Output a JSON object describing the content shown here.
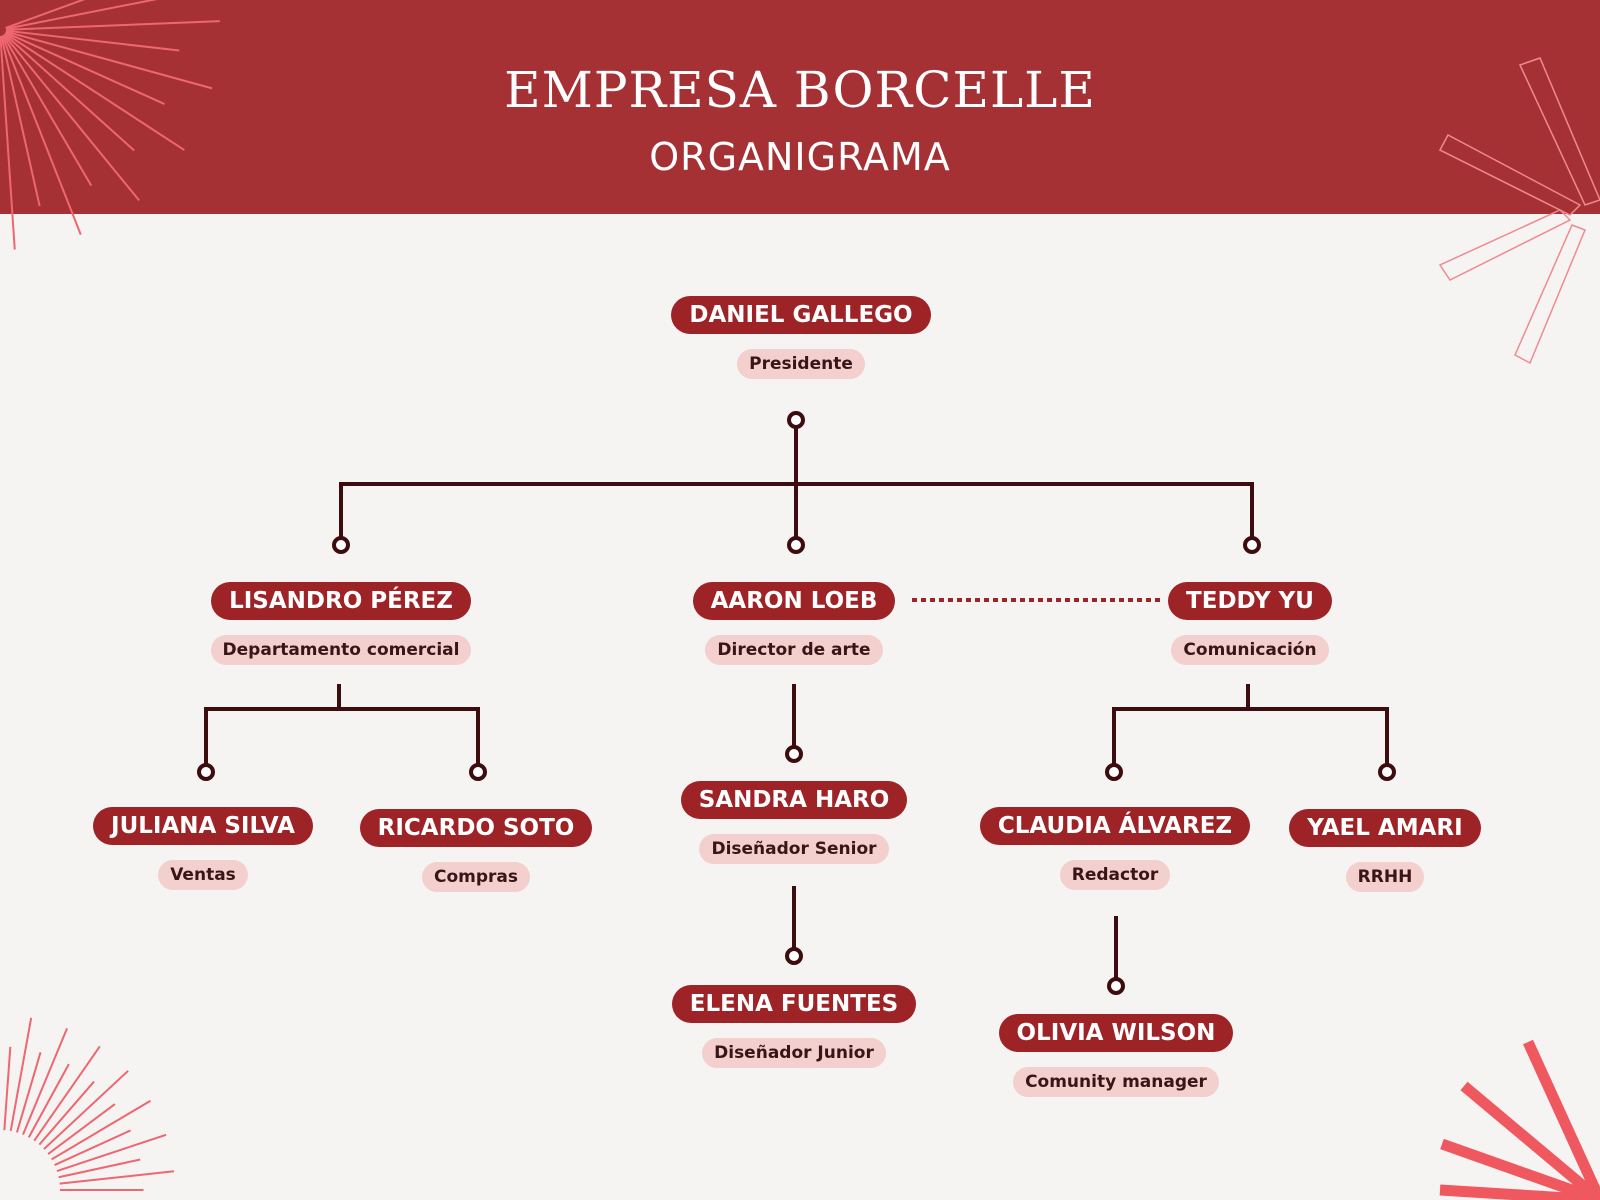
{
  "header": {
    "title": "EMPRESA BORCELLE",
    "subtitle": "ORGANIGRAMA"
  },
  "colors": {
    "header_bg": "#a53135",
    "name_pill": "#9e2327",
    "role_pill": "#f3cfcd",
    "connector": "#3d0c0e",
    "decor": "#ee5a63"
  },
  "people": {
    "president": {
      "name": "DANIEL GALLEGO",
      "role": "Presidente"
    },
    "commercial": {
      "name": "LISANDRO PÉREZ",
      "role": "Departamento comercial"
    },
    "art": {
      "name": "AARON LOEB",
      "role": "Director de arte"
    },
    "comms": {
      "name": "TEDDY YU",
      "role": "Comunicación"
    },
    "sales": {
      "name": "JULIANA SILVA",
      "role": "Ventas"
    },
    "purchasing": {
      "name": "RICARDO SOTO",
      "role": "Compras"
    },
    "senior": {
      "name": "SANDRA HARO",
      "role": "Diseñador Senior"
    },
    "junior": {
      "name": "ELENA FUENTES",
      "role": "Diseñador Junior"
    },
    "writer": {
      "name": "CLAUDIA ÁLVAREZ",
      "role": "Redactor"
    },
    "hr": {
      "name": "YAEL AMARI",
      "role": "RRHH"
    },
    "community": {
      "name": "OLIVIA WILSON",
      "role": "Comunity manager"
    }
  }
}
